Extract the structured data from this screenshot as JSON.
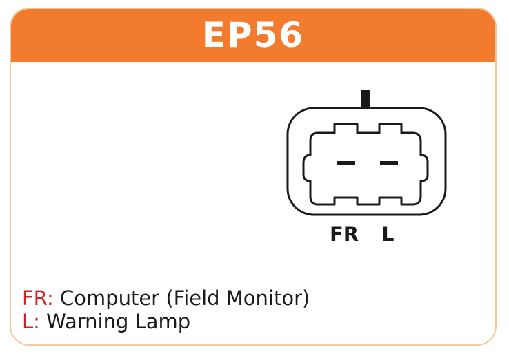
{
  "header": {
    "title": "EP56"
  },
  "connector": {
    "pins": [
      {
        "label": "FR"
      },
      {
        "label": "L"
      }
    ]
  },
  "legend": [
    {
      "key": "FR:",
      "description": "Computer (Field Monitor)"
    },
    {
      "key": "L:",
      "description": "Warning Lamp"
    }
  ],
  "colors": {
    "header_background": "#f27b2e",
    "card_border": "#f7c79a",
    "legend_key": "#c62828",
    "text": "#1a1a1a"
  }
}
